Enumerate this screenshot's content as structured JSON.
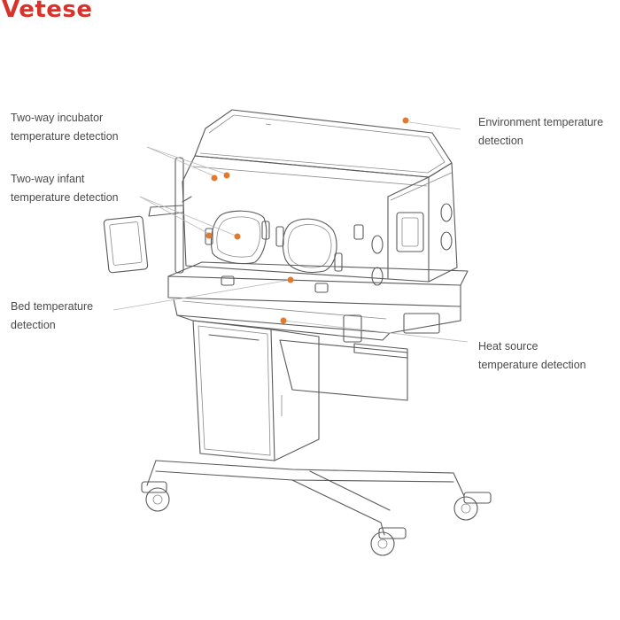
{
  "brand": {
    "logo_text": "Vetese",
    "logo_color": "#d7332b"
  },
  "labels": {
    "incubator": "Two-way incubator\ntemperature detection",
    "infant": "Two-way infant\ntemperature detection",
    "bed": "Bed temperature\ndetection",
    "environment": "Environment temperature\ndetection",
    "heat_source": "Heat source\ntemperature detection"
  },
  "colors": {
    "sensor_dot": "#e07a2f",
    "line_art": "#5a5a5a",
    "leader_line": "#b9b9b9"
  }
}
